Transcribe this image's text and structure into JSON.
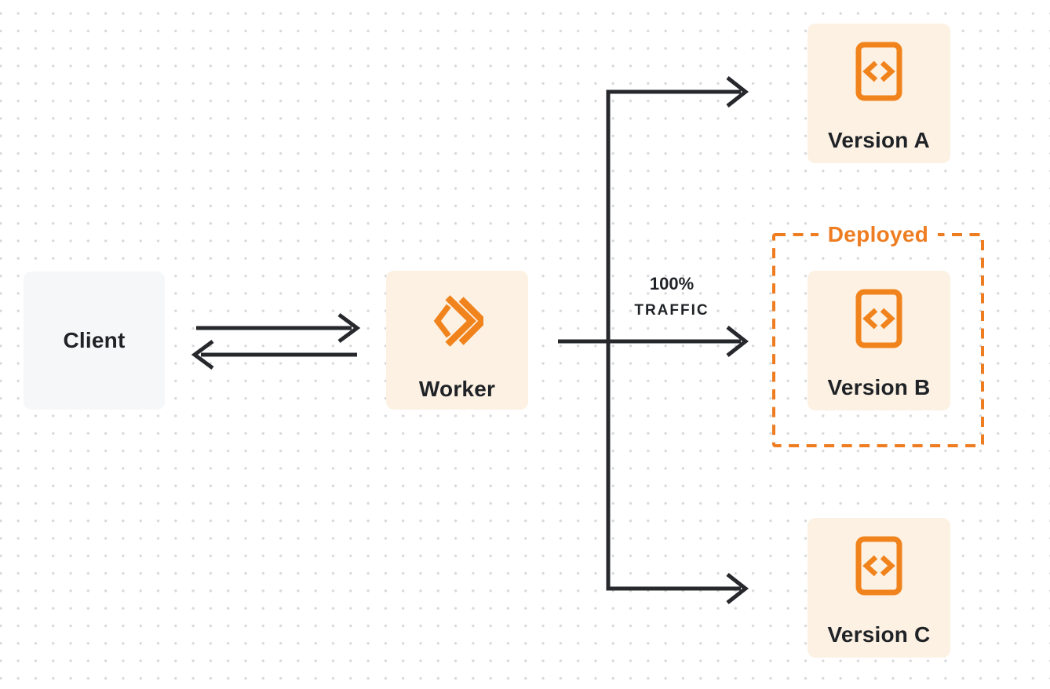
{
  "palette": {
    "background": "#ffffff",
    "dot_color": "#d8d9db",
    "line_color": "#26282c",
    "text_color": "#1f2226",
    "orange": "#ee7d22",
    "logo_orange": "#f1831d",
    "cream_fill": "#fcf1e2",
    "client_fill": "#f6f7f8"
  },
  "nodes": {
    "client": {
      "label": "Client",
      "icon": "none"
    },
    "worker": {
      "label": "Worker",
      "icon": "workers-logo-icon"
    },
    "versions": [
      {
        "label": "Version A",
        "icon": "code-file-icon"
      },
      {
        "label": "Version B",
        "icon": "code-file-icon"
      },
      {
        "label": "Version C",
        "icon": "code-file-icon"
      }
    ]
  },
  "annotations": {
    "deployed_label": "Deployed",
    "traffic_line1": "100%",
    "traffic_line2": "TRAFFIC"
  },
  "connections": {
    "client_worker": "bidirectional-arrows",
    "worker_fanout": "worker to Version A, Version B (100% TRAFFIC), Version C",
    "deployed_region_contains": "Version B"
  }
}
